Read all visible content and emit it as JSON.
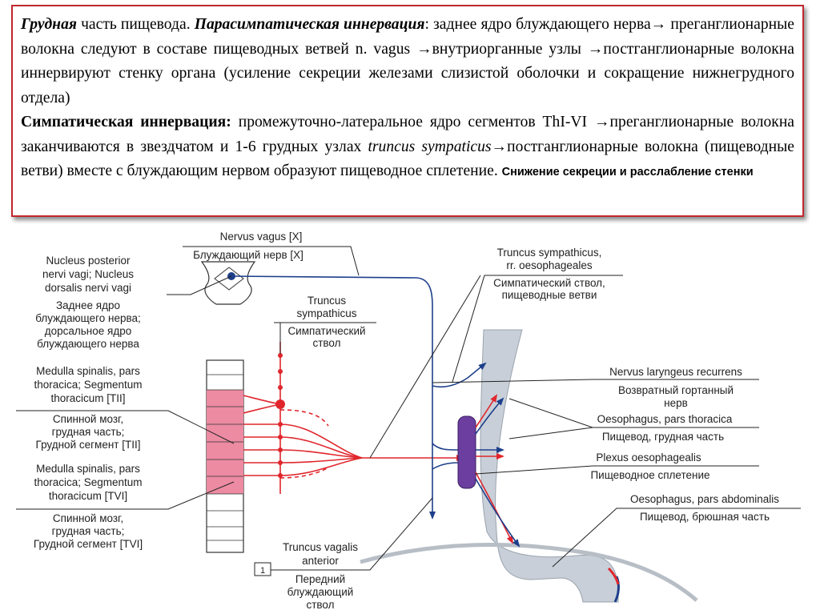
{
  "text": {
    "p1_title_bold_italic": "Грудная",
    "p1_t1": " часть пищевода. ",
    "p1_para_heading": "Парасимпатическая иннервация",
    "p1_t2": ": заднее ядро блуждающего нерва→ преганглионарные волокна следуют в составе пищеводных ветвей n. vagus →внутриорганные узлы →постганглионарные волокна иннервируют стенку органа (усиление секреции железами слизистой оболочки и сокращение нижнегрудного отдела)",
    "p2_sym_heading": "Симпатическая иннервация:",
    "p2_t1": " промежуточно-латеральное ядро сегментов ThI-VI →преганглионарные волокна заканчиваются в звездчатом и 1-6 грудных узлах ",
    "p2_truncus_italic": "truncus sympaticus",
    "p2_t2": "→постганглионарные волокна (пищеводные ветви) вместе с блуждающим нервом образуют пищеводное сплетение. ",
    "p2_t3_small": "Снижение секреции и расслабление стенки"
  },
  "labels": {
    "nervus_vagus_lat": "Nervus vagus [X]",
    "nervus_vagus_ru": "Блуждающий нерв [X]",
    "nucleus_lat_1": "Nucleus posterior",
    "nucleus_lat_2": "nervi vagi; Nucleus",
    "nucleus_lat_3": "dorsalis nervi vagi",
    "nucleus_ru_1": "Заднее ядро",
    "nucleus_ru_2": "блуждающего нерва;",
    "nucleus_ru_3": "дорсальное ядро",
    "nucleus_ru_4": "блуждающего нерва",
    "truncus_symp_lat_1": "Truncus",
    "truncus_symp_lat_2": "sympathicus",
    "truncus_symp_ru_1": "Симпатический",
    "truncus_symp_ru_2": "ствол",
    "truncus_oes_lat_1": "Truncus sympathicus,",
    "truncus_oes_lat_2": "rr. oesophageales",
    "truncus_oes_ru_1": "Симпатический ствол,",
    "truncus_oes_ru_2": "пищеводные ветви",
    "th2_lat_1": "Medulla spinalis, pars",
    "th2_lat_2": "thoracica; Segmentum",
    "th2_lat_3": "thoracicum [TII]",
    "th2_ru_1": "Спинной мозг,",
    "th2_ru_2": "грудная часть;",
    "th2_ru_3": "Грудной сегмент [TII]",
    "th6_lat_1": "Medulla spinalis, pars",
    "th6_lat_2": "thoracica; Segmentum",
    "th6_lat_3": "thoracicum [TVI]",
    "th6_ru_1": "Спинной мозг,",
    "th6_ru_2": "грудная часть;",
    "th6_ru_3": "Грудной сегмент [TVI]",
    "laryngeus_lat": "Nervus laryngeus recurrens",
    "laryngeus_ru_1": "Возвратный гортанный",
    "laryngeus_ru_2": "нерв",
    "oes_thor_lat": "Oesophagus, pars thoracica",
    "oes_thor_ru": "Пищевод, грудная часть",
    "plexus_lat": "Plexus oesophagealis",
    "plexus_ru": "Пищеводное сплетение",
    "oes_abd_lat": "Oesophagus, pars abdominalis",
    "oes_abd_ru": "Пищевод, брюшная часть",
    "vagalis_lat_1": "Truncus vagalis",
    "vagalis_lat_2": "anterior",
    "vagalis_ru_1": "Передний",
    "vagalis_ru_2": "блуждающий",
    "vagalis_ru_3": "ствол",
    "box_number": "1"
  },
  "colors": {
    "border_red": "#c0282e",
    "nerve_blue": "#1d3f8a",
    "symp_red": "#e0262c",
    "spinal_pink": "#ec8ba2",
    "ganglion_purple": "#6b3ea0",
    "oesophagus_gray": "#c8cfd8"
  }
}
